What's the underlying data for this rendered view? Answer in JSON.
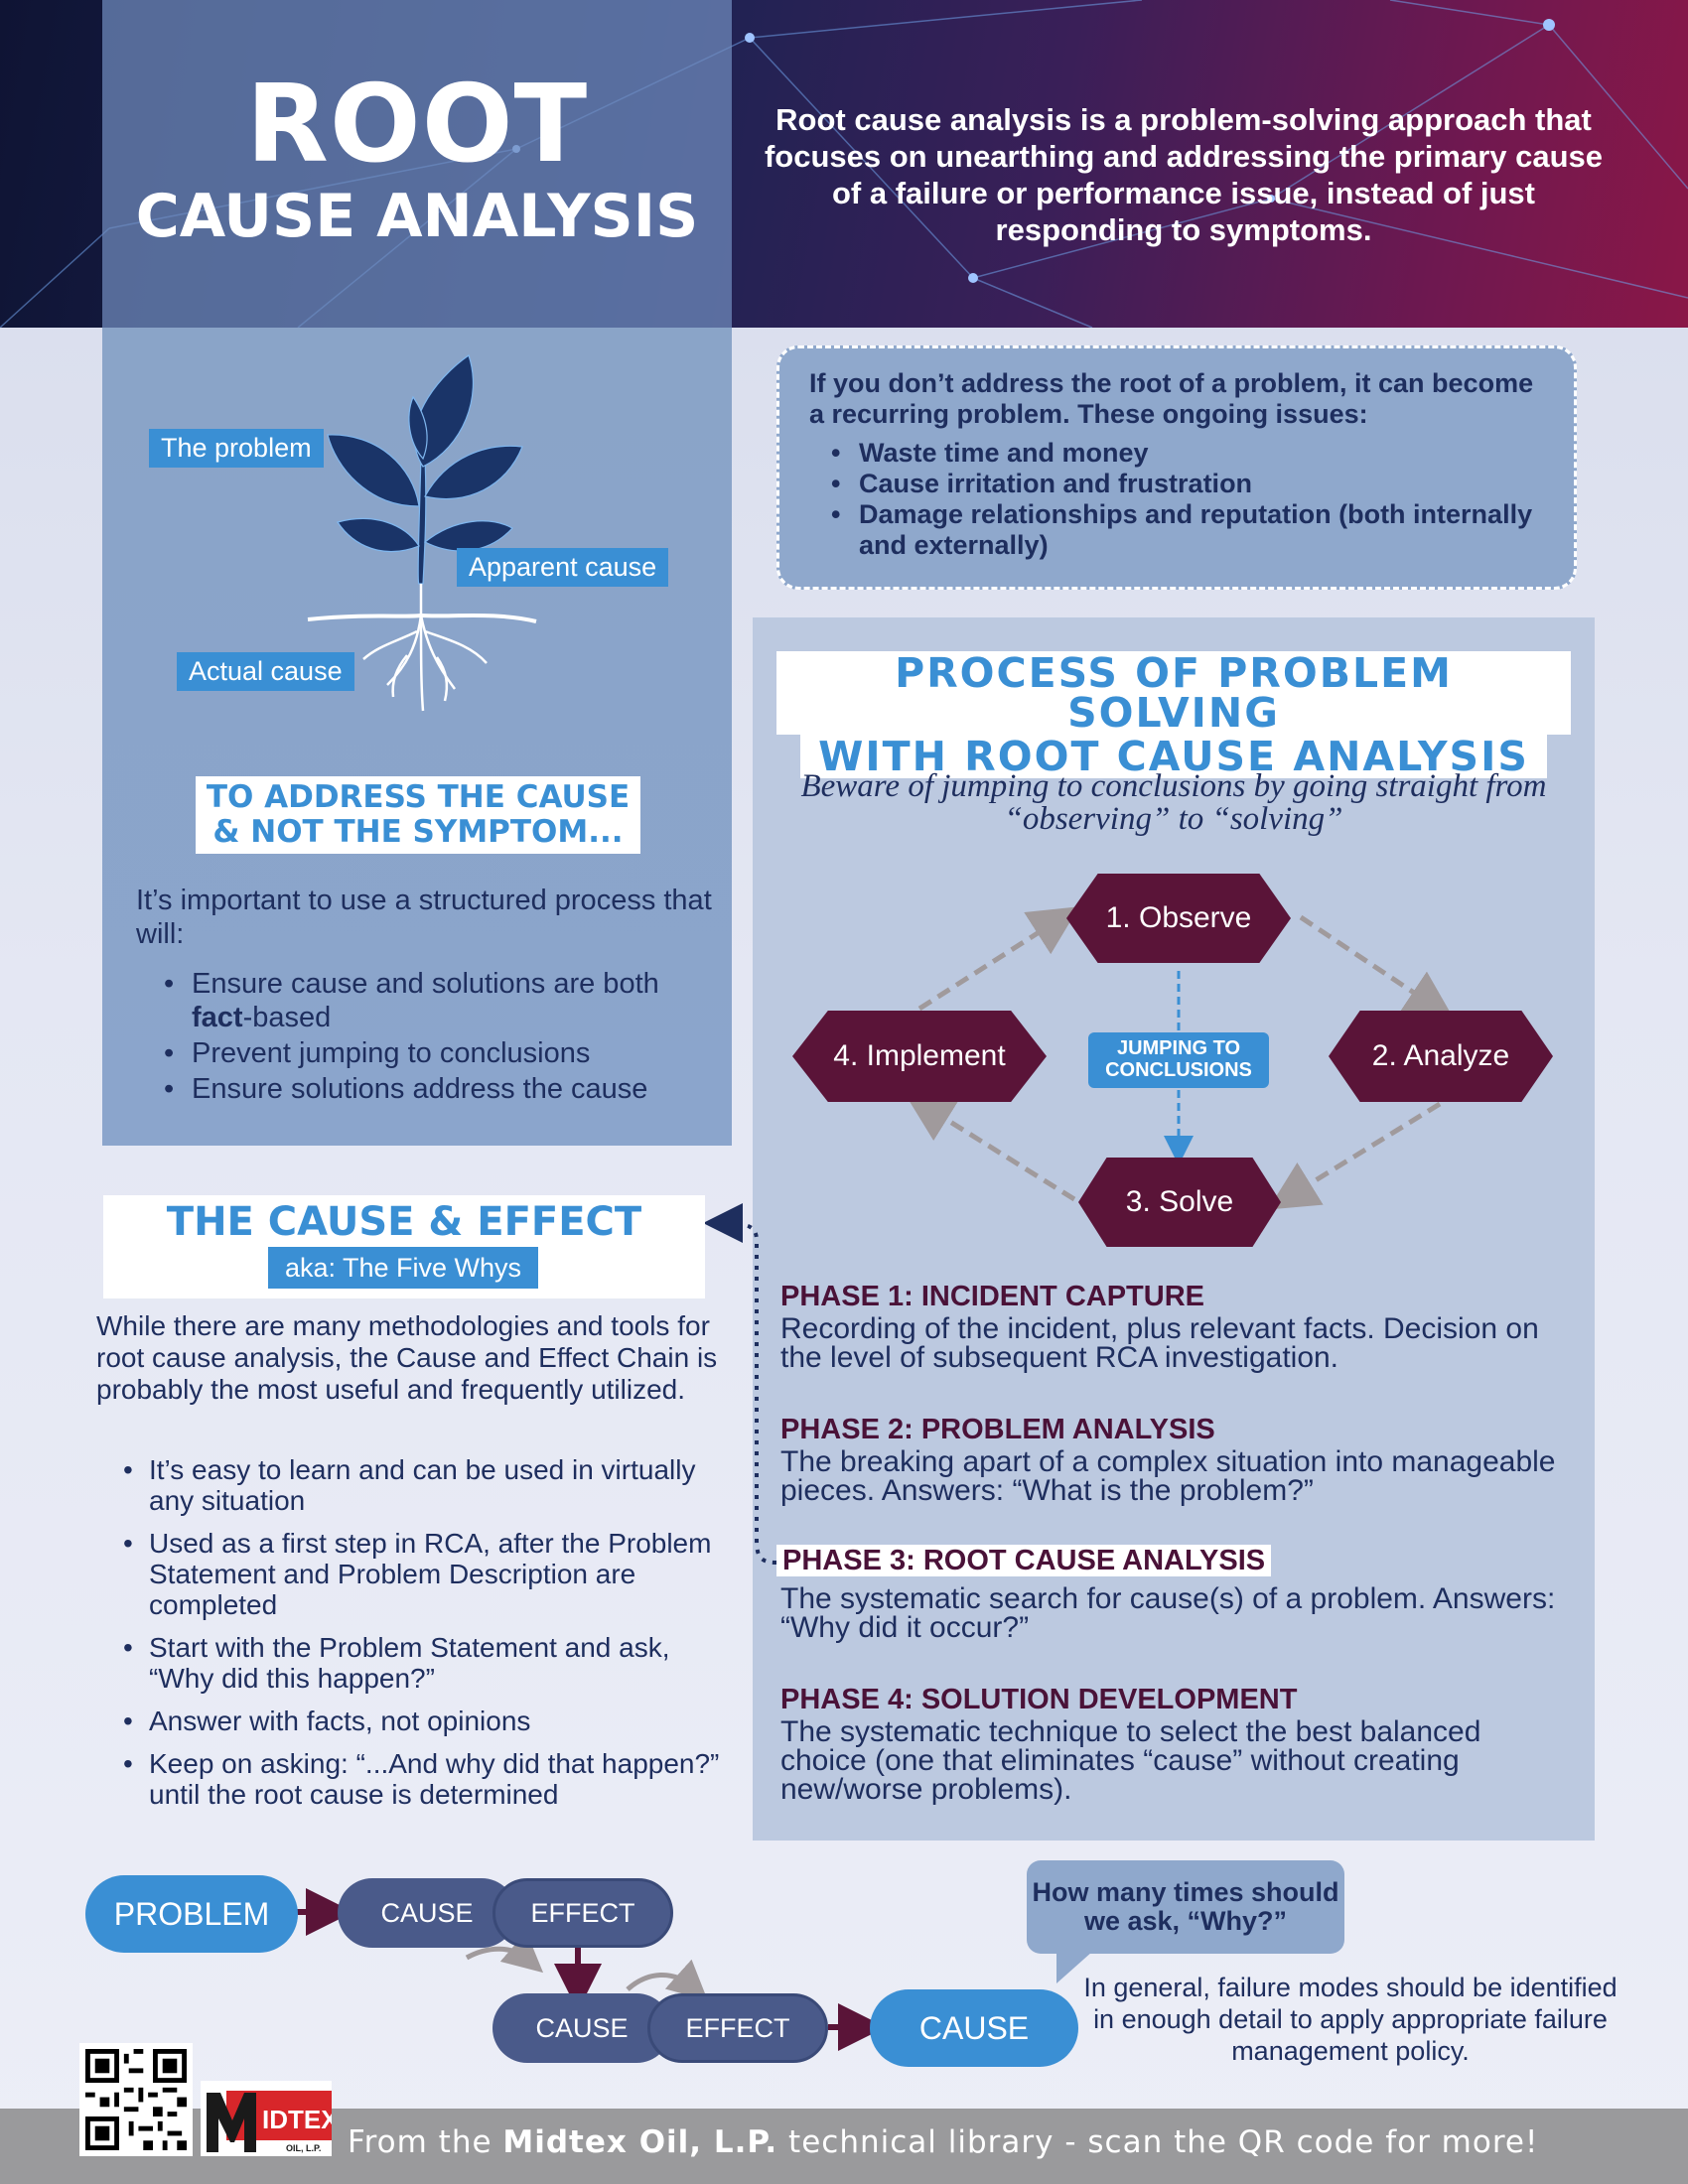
{
  "header": {
    "title_main": "ROOT",
    "title_sub": "CAUSE ANALYSIS",
    "intro": "Root cause analysis is a problem-solving approach that focuses on unearthing and addressing the primary cause of a failure or performance issue, instead of just responding to symptoms."
  },
  "tree": {
    "label_problem": "The problem",
    "label_apparent": "Apparent cause",
    "label_actual": "Actual cause"
  },
  "note": {
    "intro": "If you don’t address the root of a problem, it can become a recurring problem. These ongoing issues:",
    "items": [
      "Waste time and money",
      "Cause irritation and frustration",
      "Damage relationships and reputation (both internally and externally)"
    ]
  },
  "address": {
    "heading_line1": "TO ADDRESS THE CAUSE",
    "heading_line2": "& NOT THE SYMPTOM...",
    "body": "It’s important to use a structured process that will:",
    "item1_prefix": "Ensure cause and solutions are both ",
    "item1_bold": "fact",
    "item1_suffix": "-based",
    "item2": "Prevent jumping to conclusions",
    "item3": "Ensure solutions address the cause"
  },
  "process": {
    "title_line1": "PROCESS OF PROBLEM SOLVING",
    "title_line2": "WITH ROOT CAUSE ANALYSIS",
    "subtitle": "Beware of jumping to conclusions by going straight from “observing” to “solving”",
    "steps": [
      "1. Observe",
      "2. Analyze",
      "3. Solve",
      "4. Implement"
    ],
    "jump_line1": "JUMPING TO",
    "jump_line2": "CONCLUSIONS",
    "phases": [
      {
        "title": "PHASE 1: INCIDENT CAPTURE",
        "body": "Recording of the incident, plus relevant facts. Decision on the level of subsequent RCA investigation."
      },
      {
        "title": "PHASE 2: PROBLEM ANALYSIS",
        "body": "The breaking apart of a complex situation into manageable pieces. Answers: “What is the problem?”"
      },
      {
        "title": "PHASE 3: ROOT CAUSE ANALYSIS",
        "body": "The systematic search for cause(s) of a problem. Answers: “Why did it occur?”"
      },
      {
        "title": "PHASE 4: SOLUTION DEVELOPMENT",
        "body": "The systematic technique to select the best balanced choice (one that eliminates “cause” without creating new/worse problems)."
      }
    ]
  },
  "chain": {
    "title": "THE CAUSE & EFFECT CHAIN",
    "aka": "aka: The Five Whys",
    "body": "While there are many methodologies and tools for root cause analysis, the Cause and Effect Chain is probably the most useful and frequently utilized.",
    "items": [
      "It’s easy to learn and can be used in virtually any situation",
      "Used as a first step in RCA, after the Problem Statement and Problem Description are completed",
      "Start with the Problem Statement and ask, “Why did this happen?”",
      "Answer with facts, not opinions",
      "Keep on asking: “...And why did that happen?” until the root cause is determined"
    ]
  },
  "flow": {
    "problem": "PROBLEM",
    "cause": "CAUSE",
    "effect": "EFFECT",
    "final_cause": "CAUSE"
  },
  "bubble": {
    "question": "How many times should we ask, “Why?”",
    "answer": "In general, failure modes should be identified in enough detail to apply appropriate failure management policy."
  },
  "footer": {
    "prefix": "From the ",
    "brand": "Midtex Oil, L.P.",
    "suffix": " technical library - scan the QR code for more!",
    "logo_text": "IDTEX",
    "logo_sub": "OIL, L.P."
  },
  "colors": {
    "accent_blue": "#3a8fd4",
    "hex_maroon": "#5a1438",
    "navy_text": "#1e2e5e"
  }
}
